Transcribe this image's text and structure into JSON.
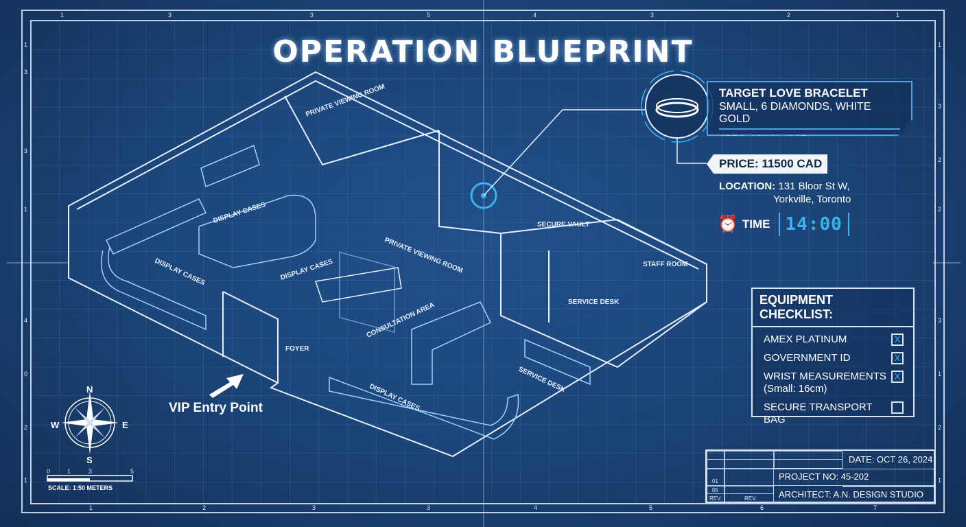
{
  "title": "OPERATION BLUEPRINT",
  "border_ticks": {
    "top": [
      "1",
      "3",
      "3",
      "5",
      "4",
      "3",
      "2",
      "1"
    ],
    "bottom": [
      "1",
      "2",
      "3",
      "3",
      "4",
      "5",
      "6",
      "7"
    ],
    "left": [
      "1",
      "3",
      "3",
      "1",
      "4",
      "0",
      "2",
      "1"
    ],
    "right": [
      "1",
      "3",
      "2",
      "2",
      "3",
      "1",
      "2",
      "1"
    ]
  },
  "floor_plan": {
    "rooms": [
      "PRIVATE VIEWING ROOM",
      "DISPLAY CASES",
      "DISPLAY CASES",
      "DISPLAY CASES",
      "PRIVATE VIEWING ROOM",
      "CONSULTATION AREA",
      "SECURE VAULT",
      "STAFF ROOM",
      "SERVICE DESK",
      "SERVICE DESK",
      "FOYER",
      "DISPLAY CASES"
    ]
  },
  "target": {
    "name": "TARGET LOVE BRACELET",
    "description": "SMALL, 6 DIAMONDS, WHITE GOLD",
    "spec_label": "SPEC:",
    "spec_value": "18K Au, 0.87ct",
    "price": "PRICE: 11500 CAD",
    "location_label": "LOCATION:",
    "location_line1": "131 Bloor St W,",
    "location_line2": "Yorkville, Toronto",
    "time_label": "TIME",
    "time_value": "14:00"
  },
  "checklist": {
    "title": "EQUIPMENT CHECKLIST:",
    "items": [
      {
        "label": "AMEX PLATINUM",
        "sub": "",
        "checked": true,
        "mark": "X"
      },
      {
        "label": "GOVERNMENT ID",
        "sub": "",
        "checked": true,
        "mark": "X"
      },
      {
        "label": "WRIST MEASUREMENTS",
        "sub": "(Small: 16cm)",
        "checked": true,
        "mark": "X"
      },
      {
        "label": "SECURE TRANSPORT BAG",
        "sub": "",
        "checked": false,
        "mark": ""
      }
    ]
  },
  "entry": {
    "label": "VIP Entry Point"
  },
  "compass": {
    "n": "N",
    "s": "S",
    "e": "E",
    "w": "W"
  },
  "scale": {
    "ticks": [
      "0",
      "1",
      "3",
      "5"
    ],
    "label": "SCALE: 1:50 METERS"
  },
  "title_block": {
    "date": "DATE: OCT 26, 2024",
    "project": "PROJECT NO: 45-202",
    "architect": "ARCHITECT: A.N. DESIGN STUDIO",
    "rev1": "01",
    "rev2": "05",
    "rev_label": "REV.",
    "rev_label2": "REV."
  },
  "colors": {
    "background": "#1a4274",
    "accent": "#3ab4f0",
    "line": "#d9e6f5"
  }
}
